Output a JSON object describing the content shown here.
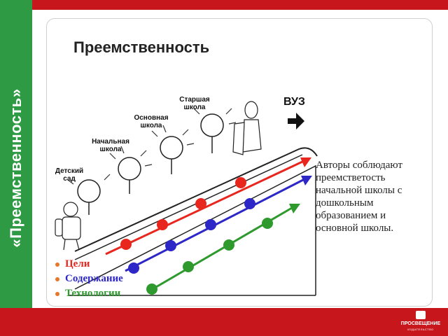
{
  "sidebar": {
    "title": "«Преемственность»"
  },
  "slide": {
    "title": "Преемственность",
    "stages": [
      {
        "line1": "Детский",
        "line2": "сад"
      },
      {
        "line1": "Начальная",
        "line2": "школа"
      },
      {
        "line1": "Основная",
        "line2": "школа"
      },
      {
        "line1": "Старшая",
        "line2": "школа"
      }
    ],
    "goal_label": "ВУЗ",
    "note": "Авторы соблюдают преемстветость начальной школы с дошкольным образованием и основной школы.",
    "legend": [
      {
        "label": "Цели",
        "color": "#e8261d"
      },
      {
        "label": "Содержание",
        "color": "#2d27c7"
      },
      {
        "label": "Технологии",
        "color": "#2e9a2e"
      }
    ]
  },
  "brand": {
    "name": "ПРОСВЕЩЕНИЕ",
    "sub": "ИЗДАТЕЛЬСТВО"
  },
  "colors": {
    "sidebar": "#2e9a44",
    "bars": "#c8161d",
    "bullet": "#e8762b"
  }
}
